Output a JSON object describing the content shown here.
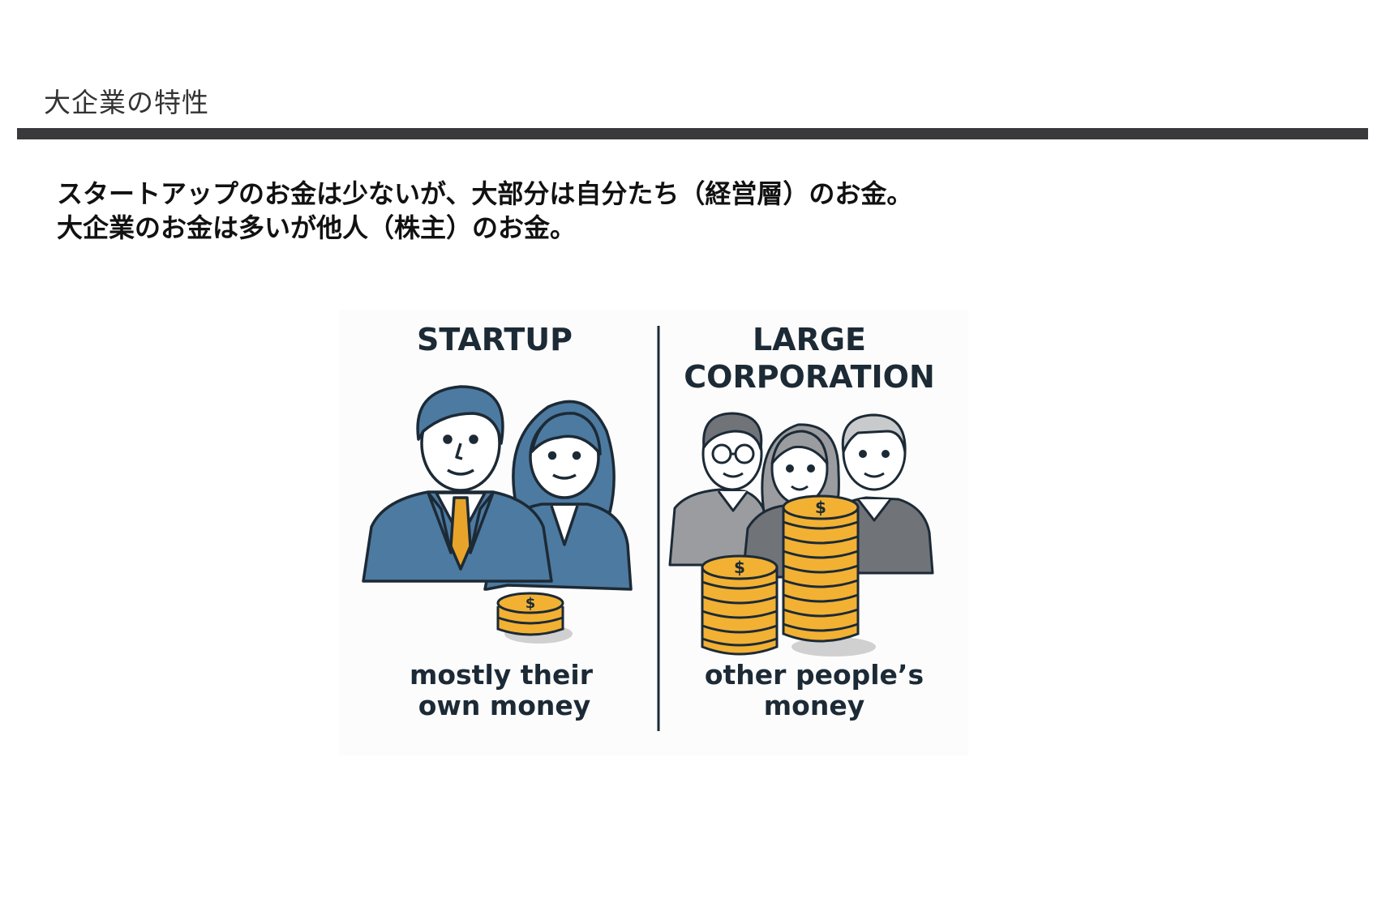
{
  "header": {
    "title": "大企業の特性"
  },
  "body": {
    "line1": "スタートアップのお金は少ないが、大部分は自分たち（経営層）のお金。",
    "line2": "大企業のお金は多いが他人（株主）のお金。"
  },
  "illustration": {
    "startup": {
      "heading": "STARTUP",
      "caption_line1": "mostly their",
      "caption_line2": "own money"
    },
    "corporation": {
      "heading_line1": "LARGE",
      "heading_line2": "CORPORATION",
      "caption_line1": "other people’s",
      "caption_line2": "money"
    },
    "coin_symbol": "$",
    "colors": {
      "suit_blue": "#4d7aa0",
      "tie_gold": "#e8a42a",
      "coin_gold": "#f2b133",
      "outline": "#1c2a36",
      "gray_dark": "#707378",
      "gray_mid": "#9a9ca0",
      "gray_light": "#c9cacc"
    }
  }
}
